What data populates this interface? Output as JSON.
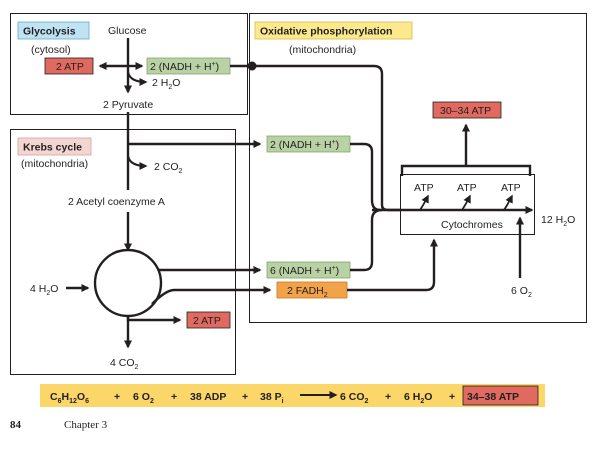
{
  "colors": {
    "stroke": "#231f20",
    "label_blue": "#bfe3f2",
    "label_yellow": "#fce98d",
    "label_pink": "#f3d6d1",
    "atp_red": "#e06a5f",
    "nadh_green": "#b9d2a5",
    "fadh_orange": "#f2a34a",
    "equation_bg": "#fbd769"
  },
  "glycolysis": {
    "title": "Glycolysis",
    "location": "(cytosol)",
    "glucose": "Glucose",
    "atp": "2 ATP",
    "nadh_base": "2 (NADH + H",
    "nadh_sup": "+",
    "nadh_close": ")",
    "water": "2 H",
    "water_sub": "2",
    "water_o": "O",
    "pyruvate": "2 Pyruvate"
  },
  "krebs": {
    "title": "Krebs cycle",
    "location": "(mitochondria)",
    "co2_a": "2 CO",
    "co2_a_sub": "2",
    "acetyl": "2 Acetyl coenzyme A",
    "water_in": "4 H",
    "water_in_sub": "2",
    "water_in_o": "O",
    "nadh_base": "6 (NADH + H",
    "nadh_sup": "+",
    "nadh_close": ")",
    "fadh": "2 FADH",
    "fadh_sub": "2",
    "atp": "2 ATP",
    "co2_b": "4 CO",
    "co2_b_sub": "2"
  },
  "oxphos": {
    "title": "Oxidative phosphorylation",
    "location": "(mitochondria)",
    "nadh_base": "2 (NADH + H",
    "nadh_sup": "+",
    "nadh_close": ")",
    "atp_total": "30–34 ATP",
    "atp_a": "ATP",
    "atp_b": "ATP",
    "atp_c": "ATP",
    "cytochromes": "Cytochromes",
    "water_out": "12 H",
    "water_out_sub": "2",
    "water_out_o": "O",
    "oxygen": "6 O",
    "oxygen_sub": "2"
  },
  "equation": {
    "glucose_c": "C",
    "glucose_c_sub": "6",
    "glucose_h": "H",
    "glucose_h_sub": "12",
    "glucose_o": "O",
    "glucose_o_sub": "6",
    "plus": "+",
    "oxygen": "6 O",
    "oxygen_sub": "2",
    "adp": "38 ADP",
    "phosphate": "38 P",
    "phosphate_sub": "i",
    "co2": "6 CO",
    "co2_sub": "2",
    "water": "6 H",
    "water_sub": "2",
    "water_o": "O",
    "atp": "34–38 ATP"
  },
  "footer": {
    "page_number": "84",
    "chapter": "Chapter 3"
  }
}
